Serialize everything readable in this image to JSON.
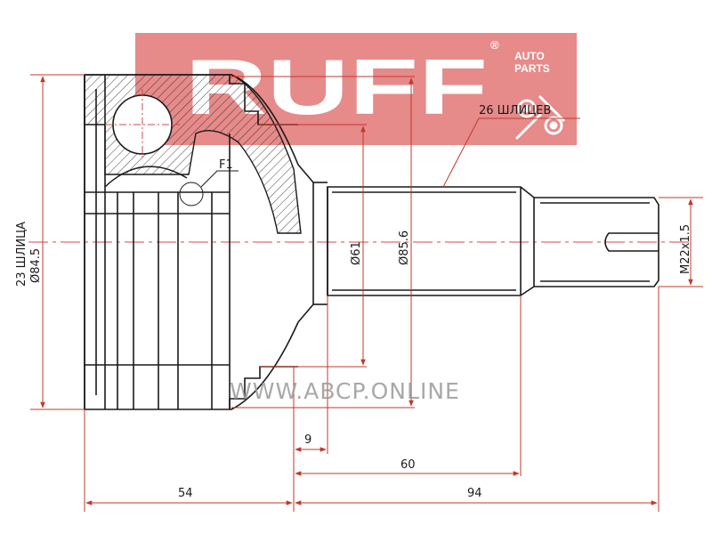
{
  "logo": {
    "brand": "RUFF",
    "registered": "®",
    "tagline_line1": "AUTO",
    "tagline_line2": "PARTS",
    "color": "#e07070"
  },
  "watermark": "WWW.ABCP.ONLINE",
  "callouts": {
    "splines_outer": "26 ШЛИЦЕВ",
    "feature": "F1"
  },
  "dimensions": {
    "inner_splines": "23 ШЛИЦА",
    "bell_diameter": "Ø84.5",
    "seat_diameter": "Ø61",
    "flange_diameter": "Ø85.6",
    "thread": "M22x1.5",
    "offset_small": "9",
    "stem_length": "60",
    "bell_length": "54",
    "overall_length": "94"
  },
  "colors": {
    "outline": "#1a1a1a",
    "dimension": "#c0392b",
    "centerline": "#d04848"
  }
}
